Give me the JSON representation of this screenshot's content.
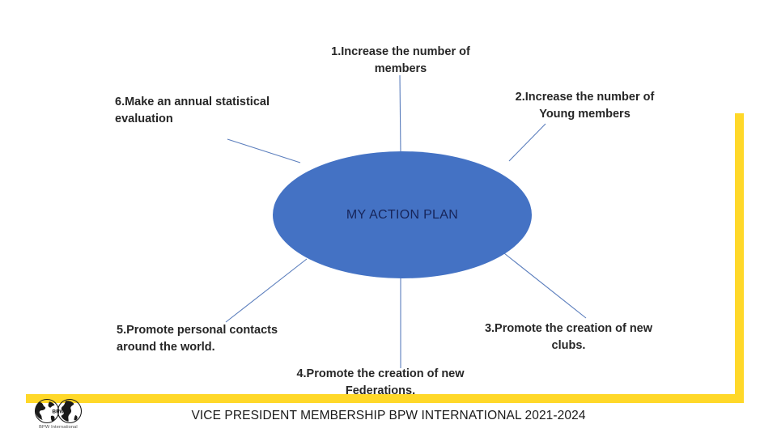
{
  "slide": {
    "center": {
      "label": "MY ACTION PLAN",
      "fill_color": "#4472C4",
      "text_color": "#17255A"
    },
    "nodes": [
      {
        "id": 1,
        "text": "1.Increase the number of members"
      },
      {
        "id": 2,
        "text": "2.Increase the number of Young members"
      },
      {
        "id": 3,
        "text": "3.Promote the creation of new clubs."
      },
      {
        "id": 4,
        "text": "4.Promote the creation of new Federations."
      },
      {
        "id": 5,
        "text": "5.Promote personal contacts around the world."
      },
      {
        "id": 6,
        "text": "6.Make an annual statistical evaluation"
      }
    ],
    "accent": {
      "border_color": "#FFD829",
      "connector_color": "#5B7EBD"
    },
    "footer": {
      "title": "VICE PRESIDENT MEMBERSHIP BPW INTERNATIONAL 2021-2024",
      "logo_caption": "BPW International",
      "logo_monogram": "BPW"
    }
  }
}
